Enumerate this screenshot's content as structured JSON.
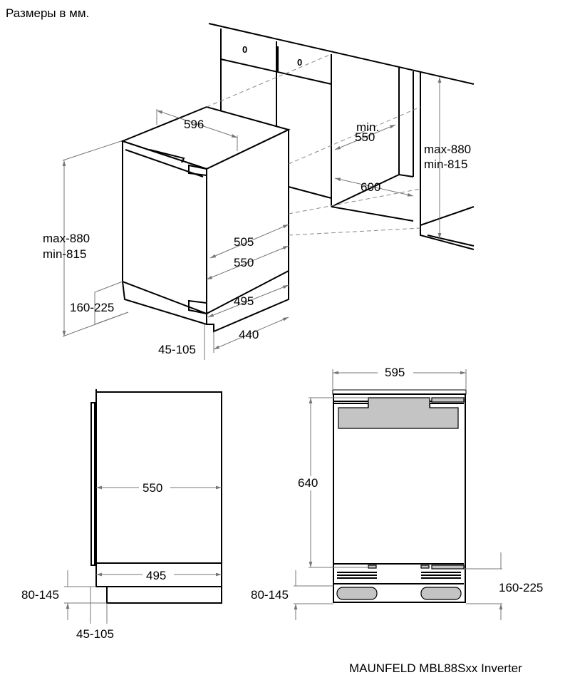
{
  "title": "Размеры в мм.",
  "iso_view": {
    "width": "596",
    "niche_depth_min_label": "min.",
    "niche_depth_min_value": "550",
    "niche_width": "600",
    "niche_height_right_max": "max-880",
    "niche_height_right_min": "min-815",
    "height_left_max": "max-880",
    "height_left_min": "min-815",
    "depth_505": "505",
    "depth_550": "550",
    "depth_495": "495",
    "plinth_height": "160-225",
    "depth_440": "440",
    "plinth_offset": "45-105"
  },
  "side_view": {
    "depth_550": "550",
    "depth_495": "495",
    "plinth_gap": "80-145",
    "plinth_offset": "45-105"
  },
  "front_view": {
    "width": "595",
    "height": "640",
    "plinth_gap": "80-145",
    "plinth_height": "160-225"
  },
  "model": "MAUNFELD MBL88Sxx Inverter"
}
